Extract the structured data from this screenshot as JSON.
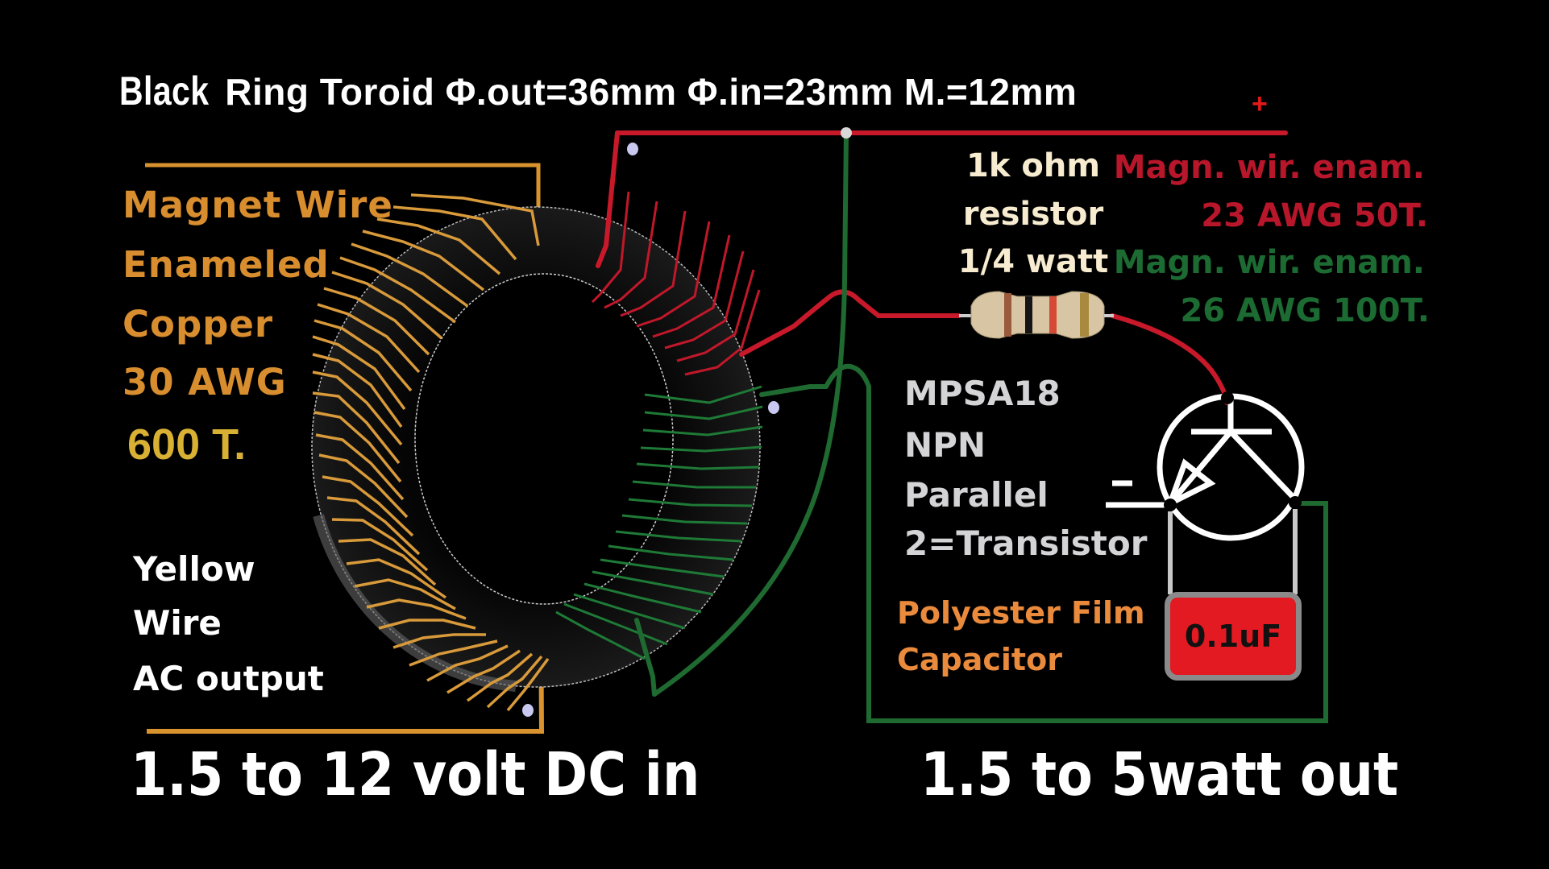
{
  "title": {
    "first_word": "Black",
    "rest": "Ring Toroid Φ.out=36mm Φ.in=23mm M.=12mm",
    "plus_sign": "+"
  },
  "toroid": {
    "outer_diameter": "36mm",
    "inner_diameter": "23mm",
    "height": "12mm"
  },
  "secondary_winding": {
    "lines": [
      "Magnet Wire",
      "Enameled",
      "Copper",
      "30 AWG"
    ],
    "turns": "600 T.",
    "color": "#d88d2e"
  },
  "output_label": {
    "lines": [
      "Yellow",
      "Wire",
      "AC output"
    ]
  },
  "resistor": {
    "lines": [
      "1k ohm",
      "resistor",
      "1/4 watt"
    ]
  },
  "primary_red": {
    "line1": "Magn. wir. enam.",
    "line2": "23 AWG 50T.",
    "color": "#b8162a"
  },
  "primary_green": {
    "line1": "Magn. wir. enam.",
    "line2": "26 AWG 100T.",
    "color": "#1c6b32"
  },
  "transistor": {
    "lines": [
      "MPSA18",
      "NPN",
      "Parallel",
      "2=Transistor"
    ],
    "minus_sign": "–"
  },
  "capacitor": {
    "lines": [
      "Polyester Film",
      "Capacitor"
    ],
    "value": "0.1uF"
  },
  "footer": {
    "input": "1.5 to 12 volt DC in",
    "output": "1.5 to 5watt out"
  }
}
